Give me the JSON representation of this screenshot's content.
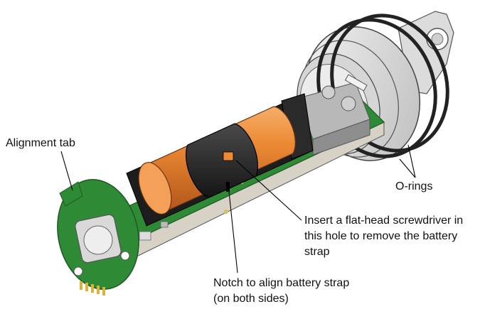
{
  "callouts": {
    "alignment_tab": "Alignment tab",
    "o_rings": "O-rings",
    "screwdriver": [
      "Insert a flat-head screwdriver in",
      "this hole to remove the battery",
      "strap"
    ],
    "notch": [
      "Notch to align battery strap",
      "(on both sides)"
    ]
  },
  "colors": {
    "battery": "#e8832c",
    "pcb": "#2f8a36",
    "strap": "#2a2a2a",
    "housing": "#e4e4e4"
  }
}
